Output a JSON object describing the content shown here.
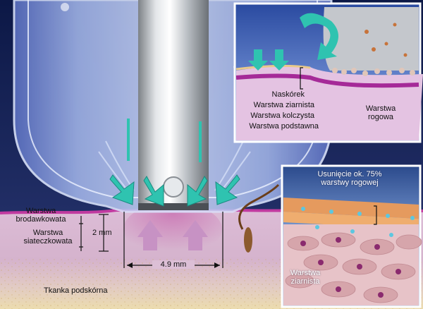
{
  "labels": {
    "epidermis": "Naskórek",
    "granular_layer": "Warstwa ziarnista",
    "spinous_layer": "Warstwa kolczysta",
    "basal_layer": "Warstwa podstawna",
    "stratum_corneum_line1": "Warstwa",
    "stratum_corneum_line2": "rogowa",
    "removal_line1": "Usunięcie ok. 75%",
    "removal_line2": "warstwy rogowej",
    "granular_inset_line1": "Warstwa",
    "granular_inset_line2": "ziarnista",
    "papillary_line1": "Warstwa",
    "papillary_line2": "brodawkowata",
    "reticular_line1": "Warstwa",
    "reticular_line2": "siateczkowata",
    "depth": "2 mm",
    "width": "4.9 mm",
    "subcutis": "Tkanka podskórna"
  },
  "colors": {
    "background": "#1c2560",
    "tissue": "#d7b4d0",
    "epidermis": "#c13aa0",
    "hypodermis": "#ead7a8",
    "arrow": "#2fc3b0"
  }
}
